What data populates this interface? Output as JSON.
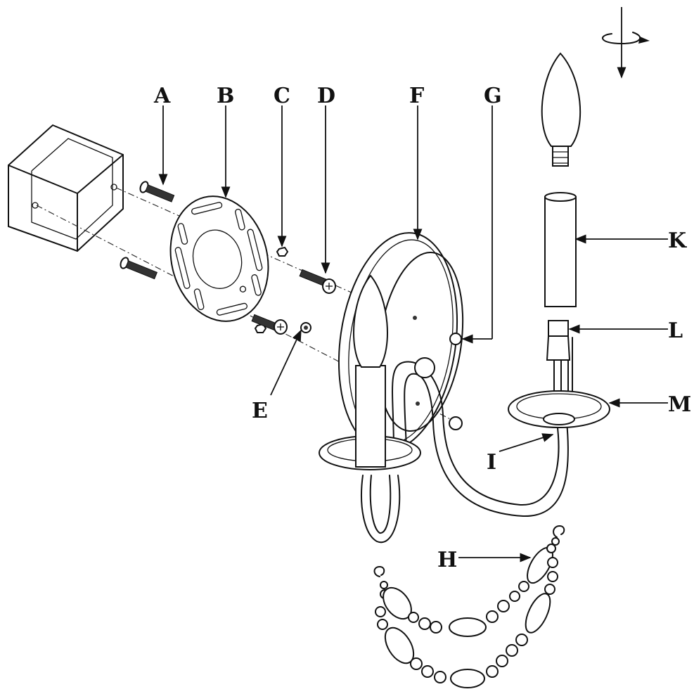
{
  "labels": {
    "A": "A",
    "B": "B",
    "C": "C",
    "D": "D",
    "E": "E",
    "F": "F",
    "G": "G",
    "H": "H",
    "I": "I",
    "K": "K",
    "L": "L",
    "M": "M"
  },
  "icons": {
    "rotation": "rotate-clockwise-arrow-icon"
  },
  "colors": {
    "line": "#111111",
    "background": "#ffffff"
  }
}
